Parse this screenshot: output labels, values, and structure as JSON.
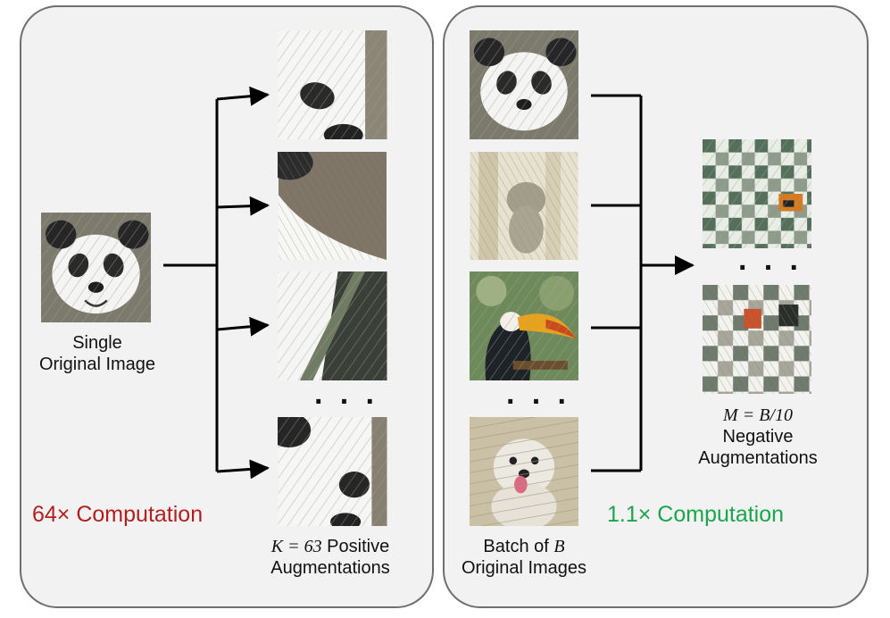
{
  "left_panel": {
    "source_label_line1": "Single",
    "source_label_line2": "Original Image",
    "computation_label": "64× Computation",
    "augment_label_math": "K = 63",
    "augment_label_text": " Positive",
    "augment_label_line2": "Augmentations",
    "ellipsis": "· · ·"
  },
  "right_panel": {
    "batch_label_line1": "Batch of ",
    "batch_label_math": "B",
    "batch_label_line2": "Original Images",
    "computation_label": "1.1× Computation",
    "negative_label_math": "M = B/10",
    "negative_label_line2": "Negative",
    "negative_label_line3": "Augmentations",
    "ellipsis_left": "· · ·",
    "ellipsis_right": "· · ·"
  },
  "colors": {
    "left_computation": "#b21f1f",
    "right_computation": "#1aa64b",
    "panel_fill": "#f2f2f2",
    "panel_border": "#6f6f6f"
  },
  "icons": {
    "panda": "panda-photo-icon",
    "koala": "koala-photo-icon",
    "toucan": "toucan-photo-icon",
    "dog": "dog-photo-icon",
    "mosaic": "mosaic-augmentation-icon"
  }
}
